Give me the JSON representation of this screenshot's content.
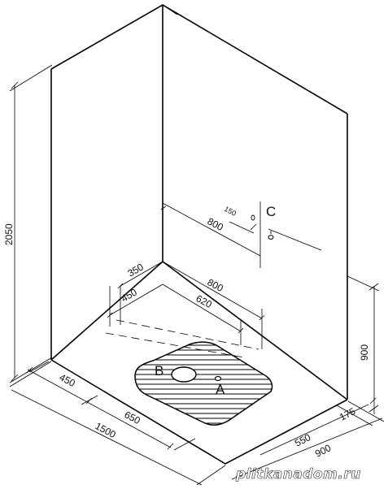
{
  "dimensions": {
    "height_2050": "2050",
    "width_1500": "1500",
    "seg_450_front": "450",
    "seg_650_front": "650",
    "depth_900": "900",
    "seg_550_right": "550",
    "seg_175_right": "175",
    "height_900_right": "900",
    "offset_800_c": "800",
    "offset_150_c": "150",
    "offset_350": "350",
    "offset_450": "450",
    "offset_800": "800",
    "offset_620": "620"
  },
  "labels": {
    "point_a": "A",
    "point_b": "B",
    "point_c": "C"
  },
  "watermark": "plitkanadom.ru"
}
